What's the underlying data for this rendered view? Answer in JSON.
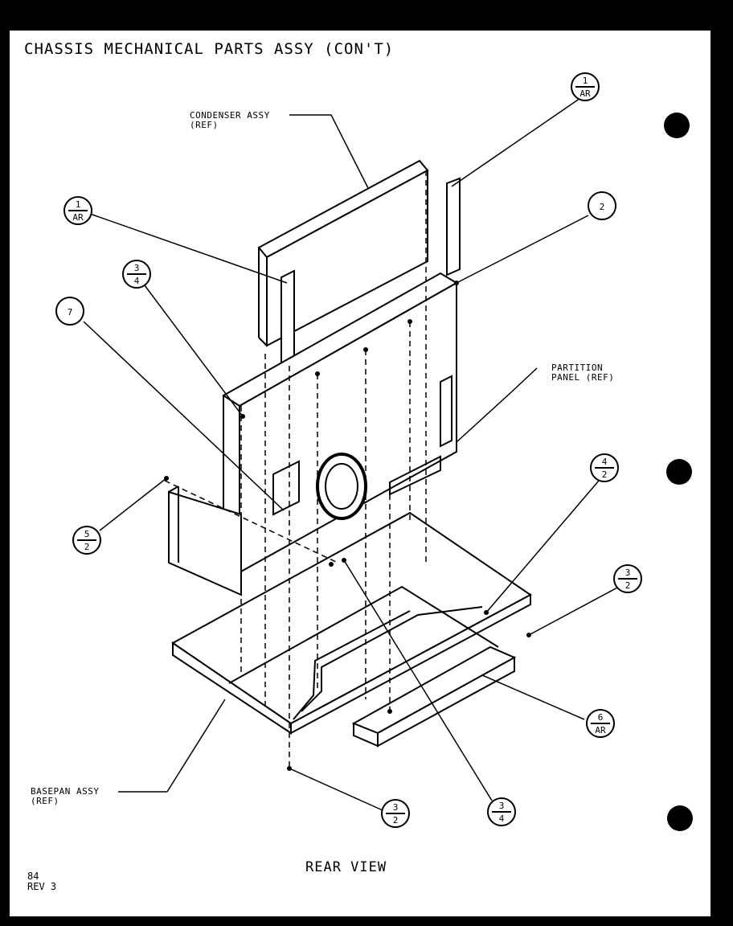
{
  "title": "CHASSIS MECHANICAL PARTS ASSY (CON'T)",
  "view_caption": "REAR VIEW",
  "footer": {
    "page": "84",
    "revision": "REV 3"
  },
  "labels": {
    "condenser": "CONDENSER ASSY\n(REF)",
    "partition": "PARTITION\nPANEL (REF)",
    "basepan": "BASEPAN ASSY\n(REF)"
  },
  "callouts": [
    {
      "id": "c-1-ar-top",
      "top": "1",
      "bottom": "AR"
    },
    {
      "id": "c-1-ar-left",
      "top": "1",
      "bottom": "AR"
    },
    {
      "id": "c-2",
      "top": "2",
      "bottom": ""
    },
    {
      "id": "c-3-4-upper",
      "top": "3",
      "bottom": "4"
    },
    {
      "id": "c-7",
      "top": "7",
      "bottom": ""
    },
    {
      "id": "c-5-2",
      "top": "5",
      "bottom": "2"
    },
    {
      "id": "c-4-2",
      "top": "4",
      "bottom": "2"
    },
    {
      "id": "c-3-2-right",
      "top": "3",
      "bottom": "2"
    },
    {
      "id": "c-6-ar",
      "top": "6",
      "bottom": "AR"
    },
    {
      "id": "c-3-2-bottom",
      "top": "3",
      "bottom": "2"
    },
    {
      "id": "c-3-4-bottom",
      "top": "3",
      "bottom": "4"
    }
  ]
}
